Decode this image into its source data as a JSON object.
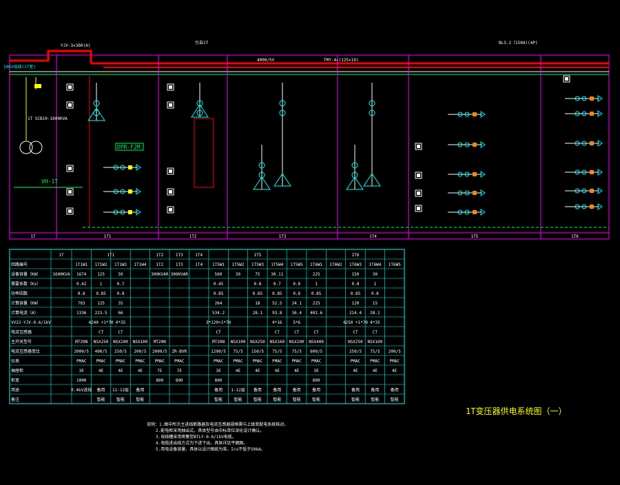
{
  "drawing": {
    "title": "1T变压器供电系统图（一）",
    "top_labels": [
      "10KV母线(1T室)",
      "YJV-3×300(A)",
      "引自1T",
      "4000/5V",
      "TMY-4×(125×10)",
      "BLS-2（150A)(4P)"
    ],
    "transformer_label": "1T SCB10-1600KVA",
    "vh_label": "VH-1T",
    "dpr_label": "DPR-F2M"
  },
  "section_labels": [
    "1T",
    "1T1",
    "1T2",
    "1T3",
    "1T4",
    "1T5",
    "1T6"
  ],
  "table": {
    "header_cols": [
      "1T",
      "1T1",
      "1T2",
      "1T3",
      "1T4",
      "1T5",
      "1T6"
    ],
    "rows": [
      {
        "label": "回路编号",
        "cells": [
          "",
          "1T1W1",
          "1T1W2",
          "1T1W3",
          "1T1W4",
          "1T2",
          "1T3",
          "1T4",
          "1T5W1",
          "1T5W2",
          "1T5W3",
          "1T5W4",
          "1T5W5",
          "1T6W1",
          "1T6W2",
          "1T6W3",
          "1T6W4",
          "1T6W5"
        ]
      },
      {
        "label": "设备容量（KW）",
        "cells": [
          "1600KVA",
          "1674",
          "125",
          "50",
          "",
          "300KVAR",
          "300KVAR",
          "",
          "560",
          "30",
          "75",
          "30.11",
          "",
          "225",
          "",
          "150",
          "30",
          ""
        ]
      },
      {
        "label": "需要系数（Kx）",
        "cells": [
          "",
          "0.42",
          "1",
          "0.7",
          "",
          "",
          "",
          "",
          "0.45",
          "",
          "0.8",
          "0.7",
          "0.8",
          "1",
          "",
          "0.8",
          "1",
          ""
        ]
      },
      {
        "label": "功率因数",
        "cells": [
          "",
          "0.8",
          "0.85",
          "0.8",
          "",
          "",
          "",
          "",
          "0.85",
          "",
          "0.85",
          "0.85",
          "0.8",
          "0.85",
          "",
          "0.85",
          "0.8",
          ""
        ]
      },
      {
        "label": "计算容量（KW）",
        "cells": [
          "",
          "703",
          "125",
          "35",
          "",
          "",
          "",
          "",
          "264",
          "",
          "18",
          "52.5",
          "24.1",
          "225",
          "",
          "120",
          "15",
          ""
        ]
      },
      {
        "label": "计算电流（A）",
        "cells": [
          "",
          "1336",
          "223.5",
          "66",
          "",
          "",
          "",
          "",
          "534.2",
          "",
          "28.1",
          "93.8",
          "36.4",
          "402.6",
          "",
          "214.4",
          "28.1",
          ""
        ]
      },
      {
        "label": "VV22-YJV-0.6/1kV",
        "cells": [
          "",
          "",
          "4240 +1*70",
          "4*35",
          "",
          "",
          "",
          "",
          "3*120+1*70",
          "",
          "",
          "4*16",
          "5*6",
          "",
          "",
          "4250 +1*70",
          "4*35",
          ""
        ]
      },
      {
        "label": "电流互感器",
        "cells": [
          "",
          "",
          "CT",
          "CT",
          "",
          "",
          "",
          "",
          "CT",
          "",
          "",
          "CT",
          "CT",
          "CT",
          "",
          "CT",
          "CT",
          ""
        ]
      },
      {
        "label": "主开关型号",
        "cells": [
          "",
          "MT20N",
          "NSX250",
          "NSX100",
          "NSX100",
          "MT20N",
          "",
          "",
          "MT20N",
          "NSX100",
          "NSX250",
          "NSX160",
          "NSX100",
          "NSX400",
          "",
          "NSX250",
          "NSX100",
          ""
        ]
      },
      {
        "label": "电流互感器变比",
        "cells": [
          "",
          "2000/5",
          "400/5",
          "250/5",
          "200/5",
          "2000/5",
          "ZR-BVR",
          "",
          "1200/5",
          "75/5",
          "150/5",
          "75/5",
          "75/5",
          "600/5",
          "",
          "250/5",
          "75/5",
          "200/5"
        ]
      },
      {
        "label": "仪表",
        "cells": [
          "",
          "PMAC",
          "PMAC",
          "PMAC",
          "PMAC",
          "PMAC",
          "PMAC",
          "",
          "PMAC",
          "PMAC",
          "PMAC",
          "PMAC",
          "PMAC",
          "PMAC",
          "",
          "PMAC",
          "PMAC",
          "PMAC"
        ]
      },
      {
        "label": "抽屉柜",
        "cells": [
          "",
          "3E",
          "4E",
          "4E",
          "4E",
          "7E",
          "7E",
          "",
          "3E",
          "4E",
          "4E",
          "4E",
          "4E",
          "3E",
          "",
          "4E",
          "4E",
          "4E"
        ]
      },
      {
        "label": "柜宽",
        "cells": [
          "",
          "1000",
          "",
          "",
          "",
          "800",
          "800",
          "",
          "800",
          "",
          "",
          "",
          "",
          "800",
          "",
          "",
          "",
          ""
        ]
      },
      {
        "label": "用途",
        "cells": [
          "",
          "0.4kV进线",
          "备用",
          "11-12层",
          "备用",
          "",
          "",
          "",
          "备用",
          "1-12层",
          "备用",
          "备用",
          "备用",
          "备用",
          "",
          "备用",
          "备用",
          "备用"
        ]
      },
      {
        "label": "备注",
        "cells": [
          "",
          "",
          "智能",
          "智能",
          "智能",
          "",
          "",
          "",
          "智能",
          "智能",
          "智能",
          "智能",
          "智能",
          "智能",
          "",
          "智能",
          "智能",
          "智能"
        ]
      }
    ]
  },
  "notes": [
    "说明：1.图中所示主进线断路器及电流互感器规格需与上级变配电系统核对。",
    "2.配电柜采用抽出式，具体型号由中标单位深化设计确认。",
    "3.母线槽采用密集型BTLY-0.6/1kV电缆。",
    "4.电缆进出线方式为下进下出，具体详见平面图。",
    "5.用电设备容量、具体以设计图纸为准，Ics不低于50kA。"
  ],
  "colors": {
    "background": "#000000",
    "frame": "#ff00ff",
    "bus": "#ff0000",
    "cyan": "#00ffff",
    "green": "#00ff66",
    "yellow": "#ffff00",
    "white": "#ffffff"
  }
}
